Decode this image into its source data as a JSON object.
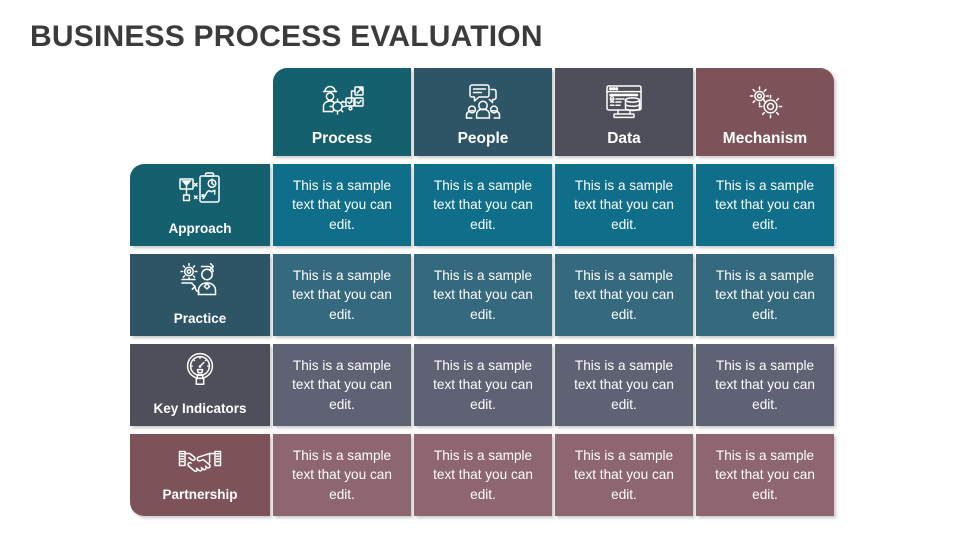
{
  "slide": {
    "title": "BUSINESS PROCESS EVALUATION",
    "background": "#ffffff",
    "title_color": "#3b3b3b"
  },
  "matrix": {
    "columns": [
      {
        "label": "Process",
        "icon": "worker-flowchart-icon",
        "header_color": "#15606e",
        "cell_color": "#0f6f8a"
      },
      {
        "label": "People",
        "icon": "people-speech-icon",
        "header_color": "#2d5565",
        "cell_color": "#35697e"
      },
      {
        "label": "Data",
        "icon": "monitor-database-icon",
        "header_color": "#4f4f5b",
        "cell_color": "#5f6275"
      },
      {
        "label": "Mechanism",
        "icon": "gears-icon",
        "header_color": "#7d5259",
        "cell_color": "#8d6670"
      }
    ],
    "rows": [
      {
        "label": "Approach",
        "icon": "clipboard-funnel-icon",
        "header_color": "#15606e",
        "cell_color": "#0f6f8a"
      },
      {
        "label": "Practice",
        "icon": "gear-person-icon",
        "header_color": "#2d5565",
        "cell_color": "#35697e"
      },
      {
        "label": "Key Indicators",
        "icon": "gauge-icon",
        "header_color": "#4f4f5b",
        "cell_color": "#5f6275"
      },
      {
        "label": "Partnership",
        "icon": "handshake-icon",
        "header_color": "#7d5259",
        "cell_color": "#8d6670"
      }
    ],
    "cells": [
      [
        "This is a sample text that you can edit.",
        "This is a sample text that you can edit.",
        "This is a sample text that you can edit.",
        "This is a sample text that you can edit."
      ],
      [
        "This is a sample text that you can edit.",
        "This is a sample text that you can edit.",
        "This is a sample text that you can edit.",
        "This is a sample text that you can edit."
      ],
      [
        "This is a sample text that you can edit.",
        "This is a sample text that you can edit.",
        "This is a sample text that you can edit.",
        "This is a sample text that you can edit."
      ],
      [
        "This is a sample text that you can edit.",
        "This is a sample text that you can edit.",
        "This is a sample text that you can edit.",
        "This is a sample text that you can edit."
      ]
    ]
  }
}
